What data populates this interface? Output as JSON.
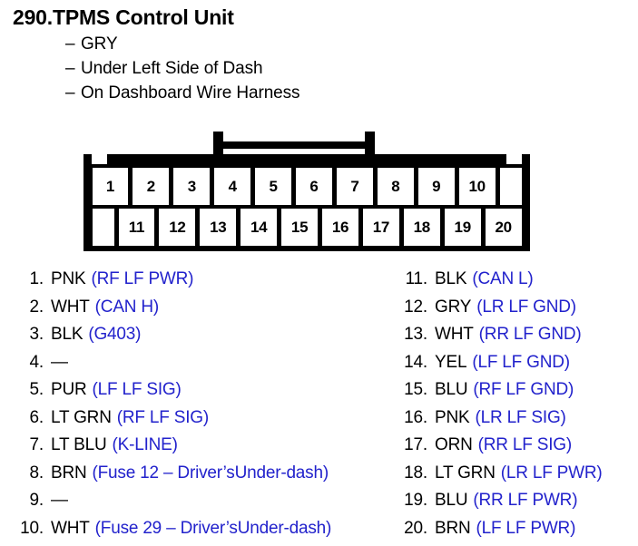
{
  "header": {
    "number": "290.",
    "title": "TPMS Control Unit",
    "dash": "–",
    "attributes": [
      "GRY",
      "Under Left Side of Dash",
      "On Dashboard Wire Harness"
    ]
  },
  "connector": {
    "top_row": [
      "1",
      "2",
      "3",
      "4",
      "5",
      "6",
      "7",
      "8",
      "9",
      "10",
      ""
    ],
    "bottom_row": [
      "",
      "11",
      "12",
      "13",
      "14",
      "15",
      "16",
      "17",
      "18",
      "19",
      "20"
    ]
  },
  "pins_left": [
    {
      "num": "1.",
      "color": "PNK",
      "signal": "(RF LF PWR)"
    },
    {
      "num": "2.",
      "color": "WHT",
      "signal": "(CAN H)"
    },
    {
      "num": "3.",
      "color": "BLK",
      "signal": "(G403)"
    },
    {
      "num": "4.",
      "color": "—",
      "signal": ""
    },
    {
      "num": "5.",
      "color": "PUR",
      "signal": "(LF LF SIG)"
    },
    {
      "num": "6.",
      "color": "LT GRN",
      "signal": "(RF LF SIG)"
    },
    {
      "num": "7.",
      "color": "LT BLU",
      "signal": "(K-LINE)"
    },
    {
      "num": "8.",
      "color": "BRN",
      "signal": "(Fuse 12 – Driver’sUnder-dash)"
    },
    {
      "num": "9.",
      "color": "—",
      "signal": ""
    },
    {
      "num": "10.",
      "color": "WHT",
      "signal": "(Fuse 29 – Driver’sUnder-dash)"
    }
  ],
  "pins_right": [
    {
      "num": "11.",
      "color": "BLK",
      "signal": "(CAN L)"
    },
    {
      "num": "12.",
      "color": "GRY",
      "signal": "(LR LF GND)"
    },
    {
      "num": "13.",
      "color": "WHT",
      "signal": "(RR LF GND)"
    },
    {
      "num": "14.",
      "color": "YEL",
      "signal": "(LF LF GND)"
    },
    {
      "num": "15.",
      "color": "BLU",
      "signal": "(RF LF GND)"
    },
    {
      "num": "16.",
      "color": "PNK",
      "signal": "(LR LF SIG)"
    },
    {
      "num": "17.",
      "color": "ORN",
      "signal": "(RR LF SIG)"
    },
    {
      "num": "18.",
      "color": "LT GRN",
      "signal": "(LR LF PWR)"
    },
    {
      "num": "19.",
      "color": "BLU",
      "signal": "(RR LF PWR)"
    },
    {
      "num": "20.",
      "color": "BRN",
      "signal": "(LF LF PWR)"
    }
  ],
  "colors": {
    "signal_blue": "#2222cc",
    "ink_black": "#000000",
    "background": "#ffffff"
  }
}
